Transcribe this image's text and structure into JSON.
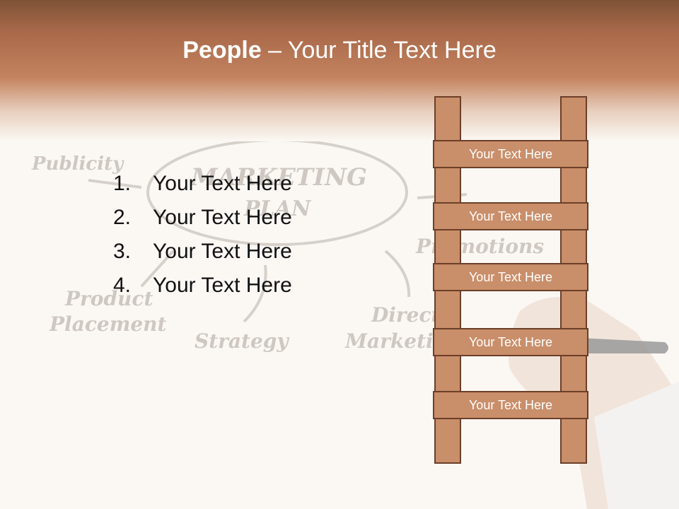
{
  "slide": {
    "title_bold": "People",
    "title_rest": " – Your Title Text Here",
    "list_items": [
      {
        "num": "1.",
        "text": "Your Text Here"
      },
      {
        "num": "2.",
        "text": "Your Text Here"
      },
      {
        "num": "3.",
        "text": "Your Text Here"
      },
      {
        "num": "4.",
        "text": "Your Text Here"
      }
    ],
    "ladder_rungs": [
      "Your Text Here",
      "Your Text Here",
      "Your Text Here",
      "Your Text Here",
      "Your Text Here"
    ]
  },
  "background_sketch": {
    "words": [
      "Publicity",
      "MARKETING",
      "PLAN",
      "Promotions",
      "Product",
      "Placement",
      "Strategy",
      "Direct",
      "Marketing"
    ]
  },
  "colors": {
    "header_dark": "#7e5236",
    "header_mid": "#c4835f",
    "ladder_fill": "#c98e6a",
    "ladder_border": "#6b3f28",
    "background": "#fbf8f4"
  }
}
